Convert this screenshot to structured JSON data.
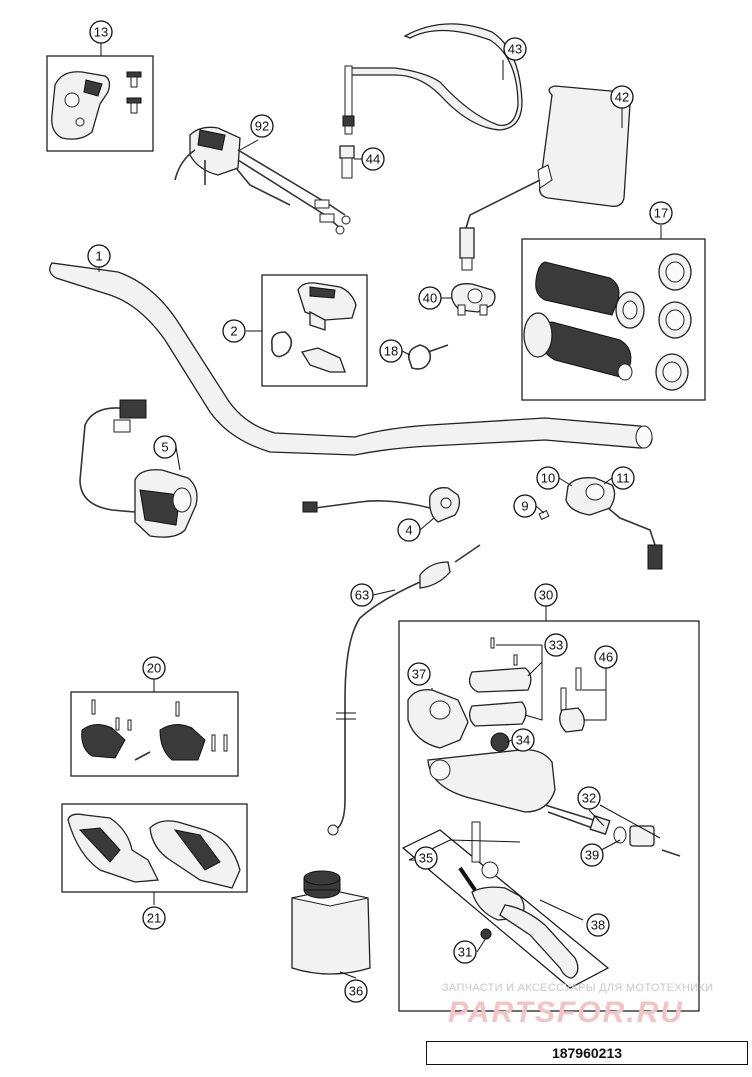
{
  "diagram": {
    "drawing_number": "187960213",
    "watermark": {
      "caption": "ЗАПЧАСТИ И АКСЕССУАРЫ ДЛЯ МОТОТЕХНИКИ",
      "logo": "PARTSFOR.RU"
    },
    "callouts": [
      {
        "id": "c13",
        "label": "13"
      },
      {
        "id": "c43",
        "label": "43"
      },
      {
        "id": "c42",
        "label": "42"
      },
      {
        "id": "c92",
        "label": "92"
      },
      {
        "id": "c44",
        "label": "44"
      },
      {
        "id": "c17",
        "label": "17"
      },
      {
        "id": "c1",
        "label": "1"
      },
      {
        "id": "c2",
        "label": "2"
      },
      {
        "id": "c40",
        "label": "40"
      },
      {
        "id": "c18",
        "label": "18"
      },
      {
        "id": "c5",
        "label": "5"
      },
      {
        "id": "c10",
        "label": "10"
      },
      {
        "id": "c11",
        "label": "11"
      },
      {
        "id": "c9",
        "label": "9"
      },
      {
        "id": "c4",
        "label": "4"
      },
      {
        "id": "c63",
        "label": "63"
      },
      {
        "id": "c30",
        "label": "30"
      },
      {
        "id": "c33",
        "label": "33"
      },
      {
        "id": "c46",
        "label": "46"
      },
      {
        "id": "c37",
        "label": "37"
      },
      {
        "id": "c20",
        "label": "20"
      },
      {
        "id": "c34",
        "label": "34"
      },
      {
        "id": "c32",
        "label": "32"
      },
      {
        "id": "c39",
        "label": "39"
      },
      {
        "id": "c35",
        "label": "35"
      },
      {
        "id": "c38",
        "label": "38"
      },
      {
        "id": "c21",
        "label": "21"
      },
      {
        "id": "c31",
        "label": "31"
      },
      {
        "id": "c36",
        "label": "36"
      }
    ]
  }
}
